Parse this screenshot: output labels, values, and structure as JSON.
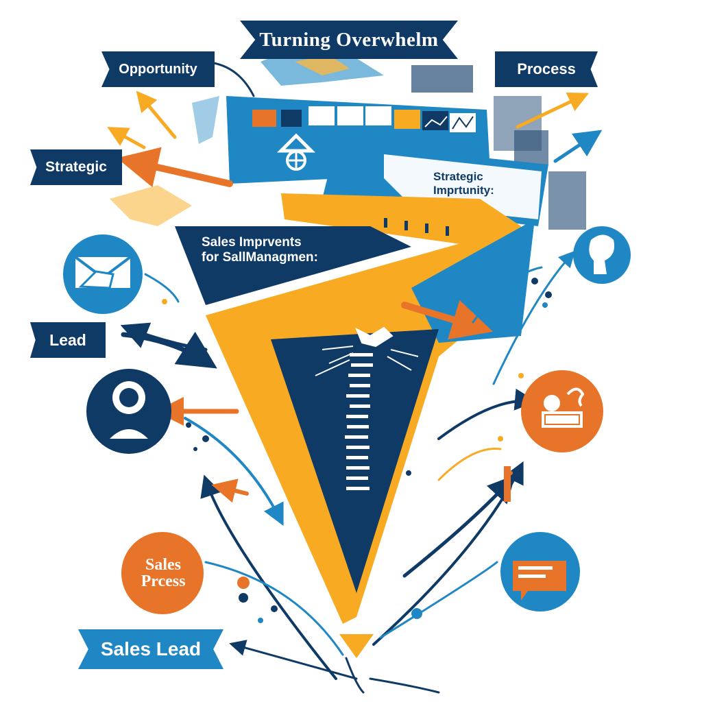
{
  "title": "Turning Overwhelm",
  "labels": {
    "opportunity": "Opportunity",
    "process": "Process",
    "strategic": "Strategic",
    "lead": "Lead",
    "sales_lead": "Sales Lead",
    "strategic_improvement_line1": "Strategic",
    "strategic_improvement_line2": "Imprtunity:",
    "sales_improvements_line1": "Sales Imprvents",
    "sales_improvements_line2": "for SallManagmen:",
    "sales_process_line1": "Sales",
    "sales_process_line2": "Prcess"
  },
  "icons": [
    "envelope-hand-icon",
    "person-icon",
    "head-profile-icon",
    "basket-icon",
    "chat-bubble-icon",
    "house-icon",
    "fist-icon"
  ],
  "colors": {
    "navy": "#0f3a66",
    "blue": "#1f87c4",
    "orange": "#e8742a",
    "yellow": "#f7aa22",
    "white": "#ffffff"
  }
}
